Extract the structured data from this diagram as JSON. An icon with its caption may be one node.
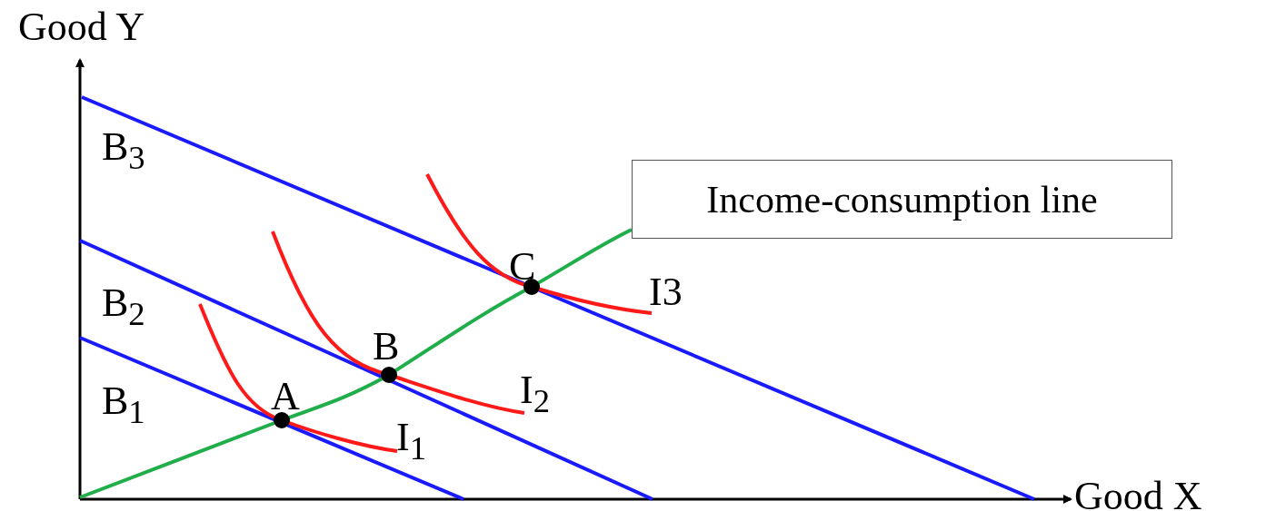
{
  "diagram": {
    "nodes": [
      {
        "text": [
          "Income-consumption line"
        ]
      }
    ],
    "labels": [
      "Good Y",
      "B$_{3}$",
      "C",
      "I3",
      "B$_{2}$",
      "B",
      "I$_{2}$",
      "B$_{1}$",
      "A",
      "I$_{1}$",
      "Good X"
    ]
  }
}
